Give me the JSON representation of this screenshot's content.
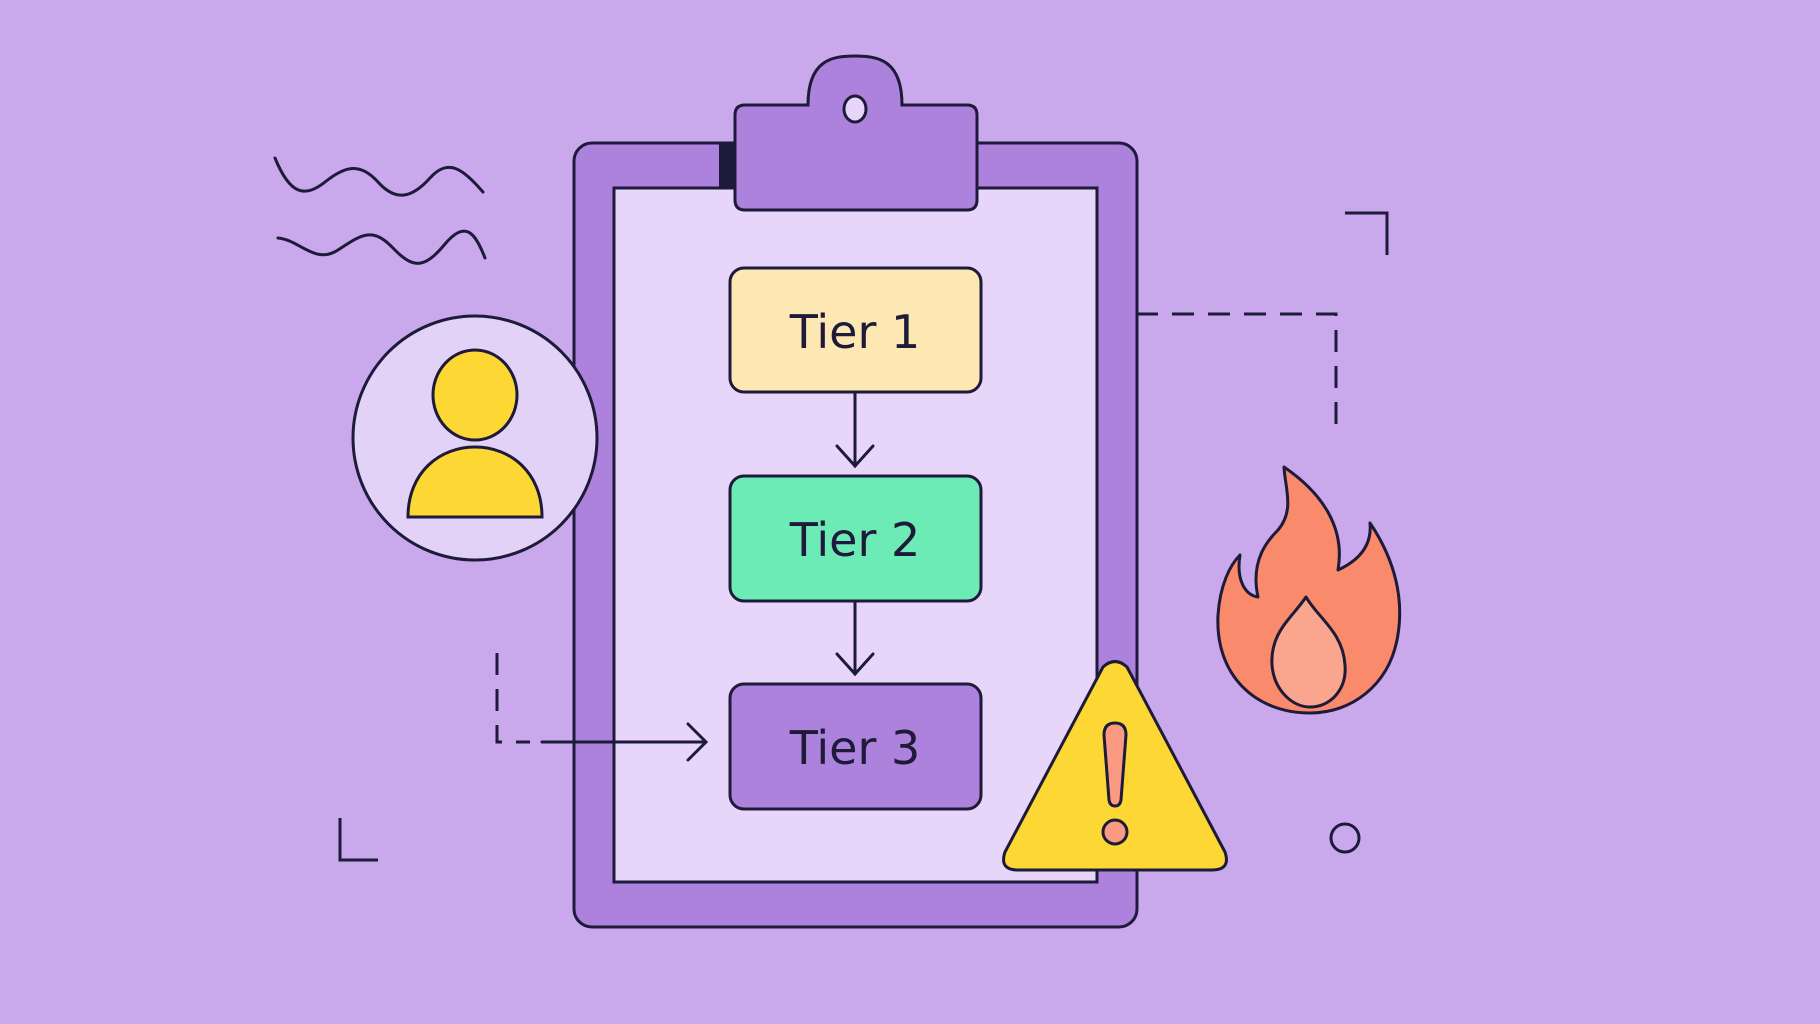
{
  "colors": {
    "background": "#c9a9ec",
    "outline": "#1d1a3a",
    "clipboard_board": "#ad82dc",
    "clipboard_paper": "#e8d6fa",
    "clip": "#ad82dc",
    "avatar_circle": "#e3d2f7",
    "avatar_figure": "#fdd835",
    "warning_fill": "#fdd835",
    "warning_mark": "#fa9a80",
    "flame_outer": "#fa8a6c",
    "flame_inner": "#faa58d"
  },
  "tiers": [
    {
      "label": "Tier 1",
      "fill": "#fde7b2"
    },
    {
      "label": "Tier 2",
      "fill": "#6cebb6"
    },
    {
      "label": "Tier 3",
      "fill": "#ad82dc"
    }
  ],
  "icons": {
    "person": "user-avatar-icon",
    "warning": "warning-triangle-icon",
    "fire": "fire-icon",
    "clipboard": "clipboard-icon"
  }
}
